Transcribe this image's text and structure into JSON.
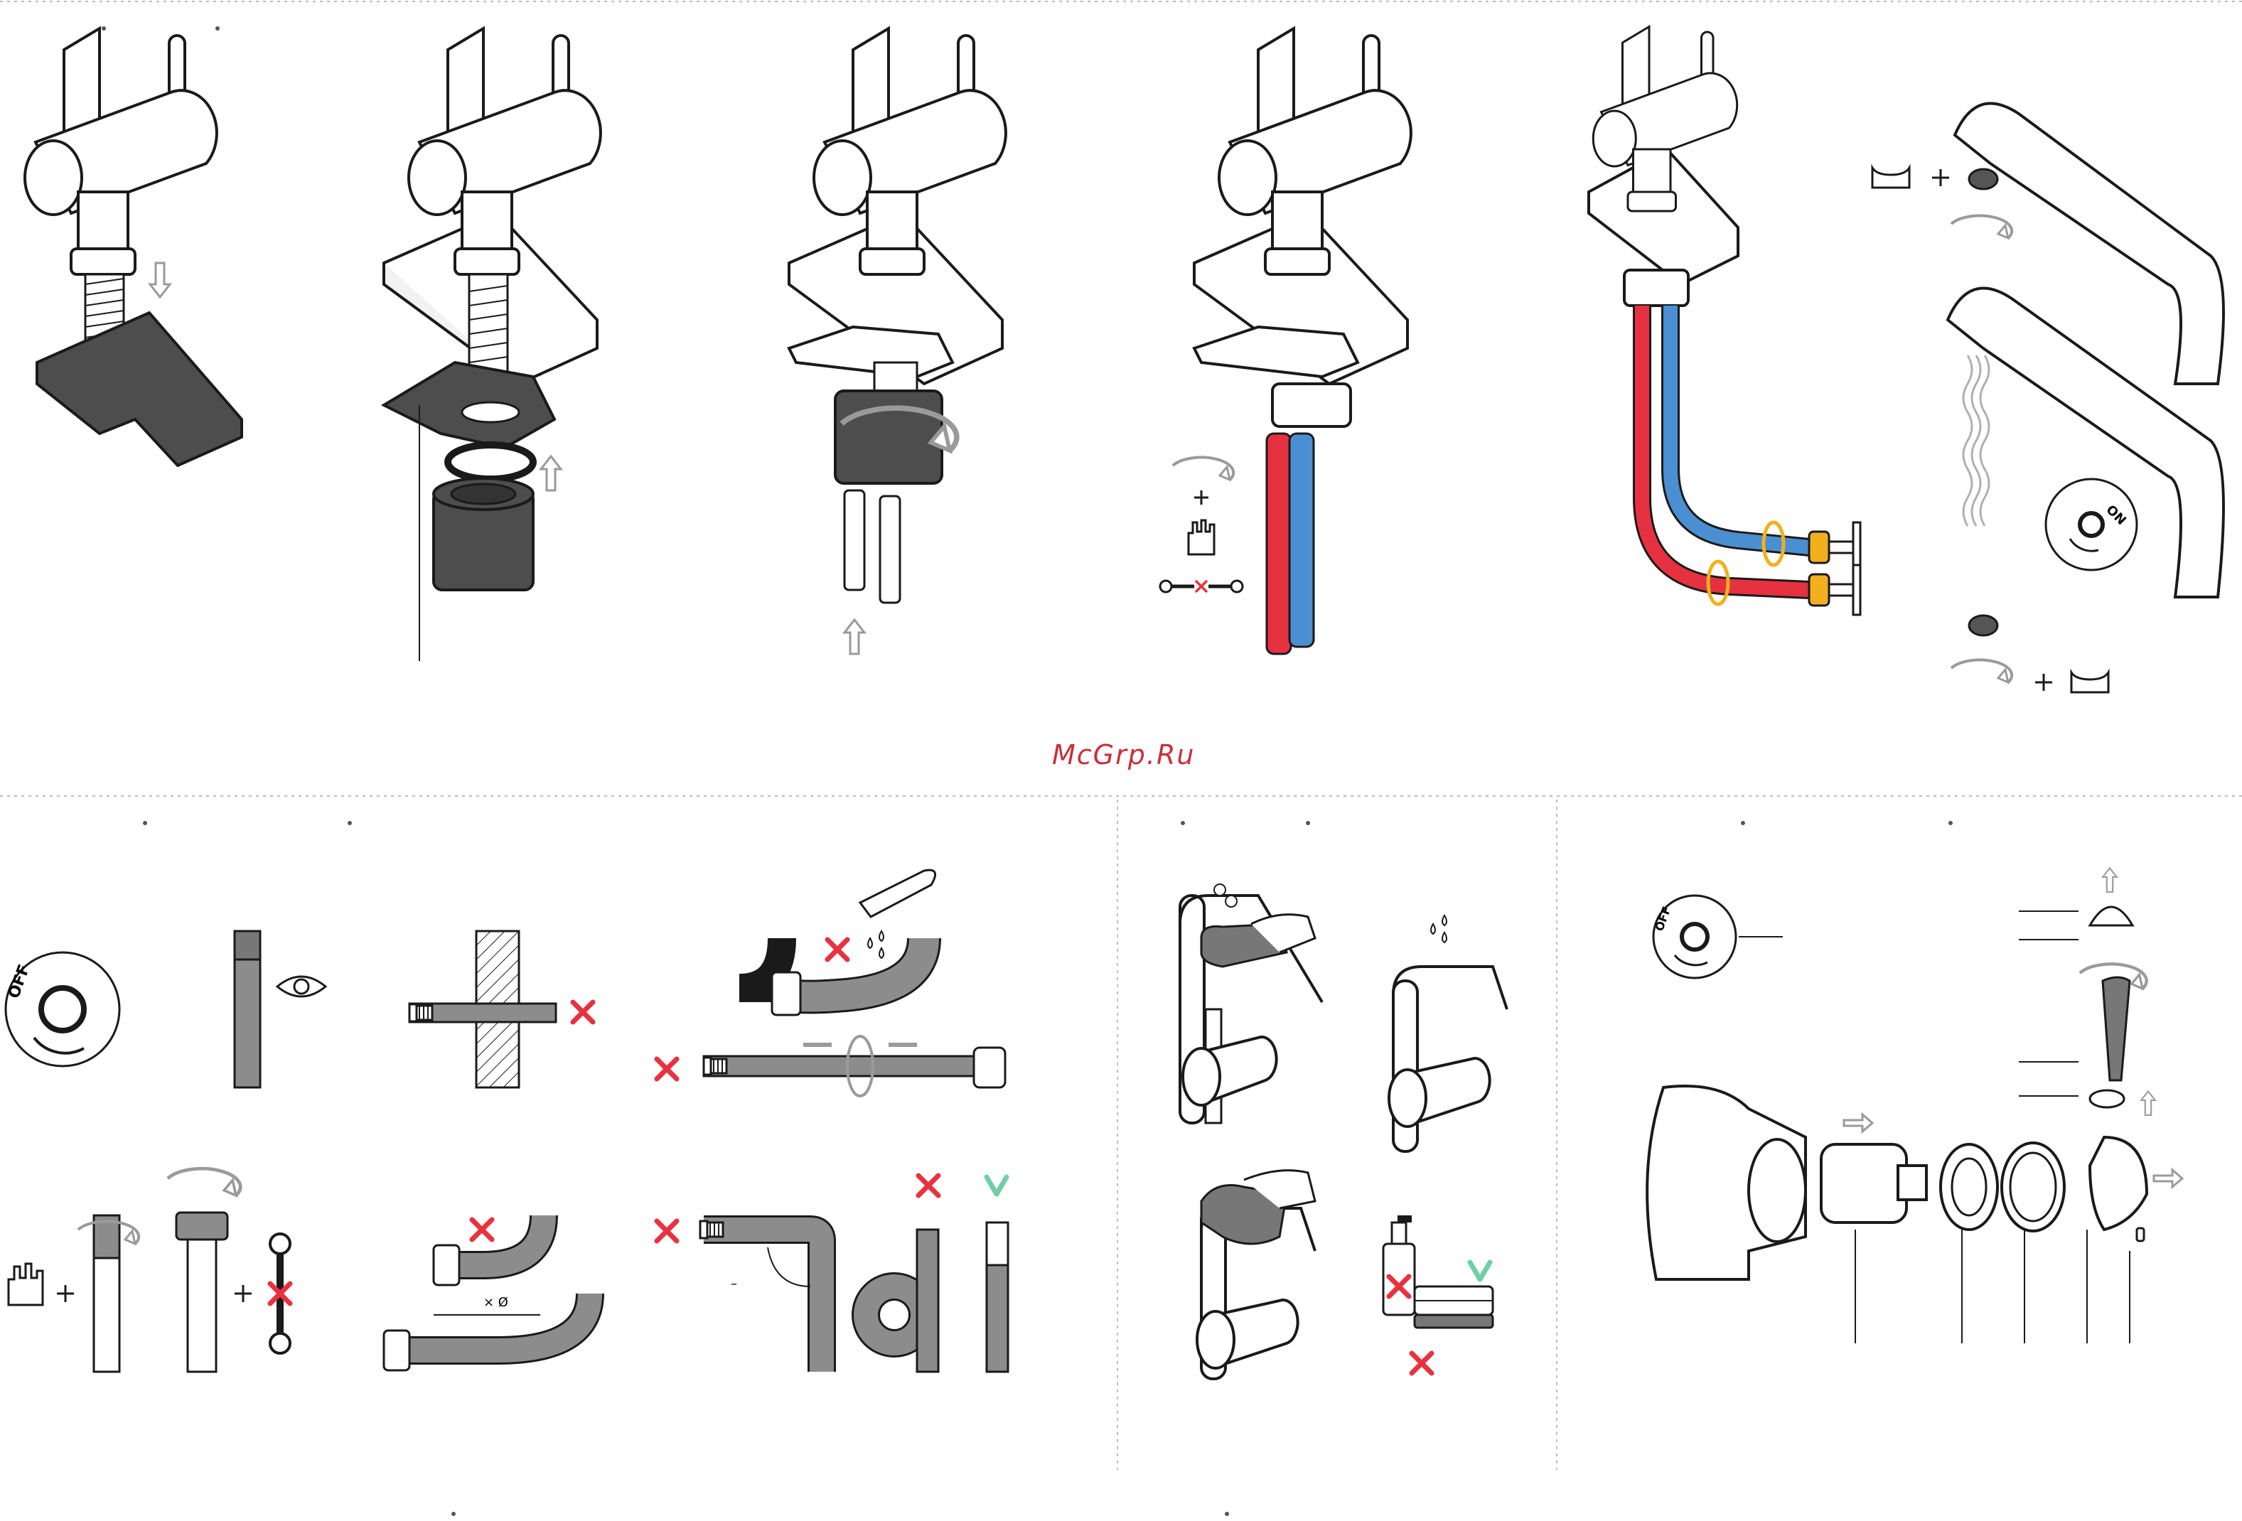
{
  "watermark": "McGrp.Ru",
  "dial_top_right": "ON",
  "dial_bottom_left": "OFF",
  "dial_bottom_right": "OFF",
  "diameter_label": "× Ø",
  "angle_label": "–",
  "colors": {
    "line": "#1a1a1a",
    "dark_part": "#4d4d4d",
    "hose_grey": "#8c8c8c",
    "hot": "#e53140",
    "cold": "#4a8fd1",
    "valve": "#f2b01e",
    "forbidden": "#e8323f",
    "approved": "#6fcfa5",
    "guide_grey": "#b0b0b0",
    "watermark": "#c8303a"
  },
  "icons": [
    "arrow-down-icon",
    "arrow-up-icon",
    "rotate-icon",
    "plus-icon",
    "hand-icon",
    "wrench-icon",
    "cross-icon",
    "check-icon",
    "eye-icon",
    "water-drops-icon",
    "filter-icon",
    "cloth-icon",
    "sponge-icon",
    "soap-bottle-icon"
  ]
}
